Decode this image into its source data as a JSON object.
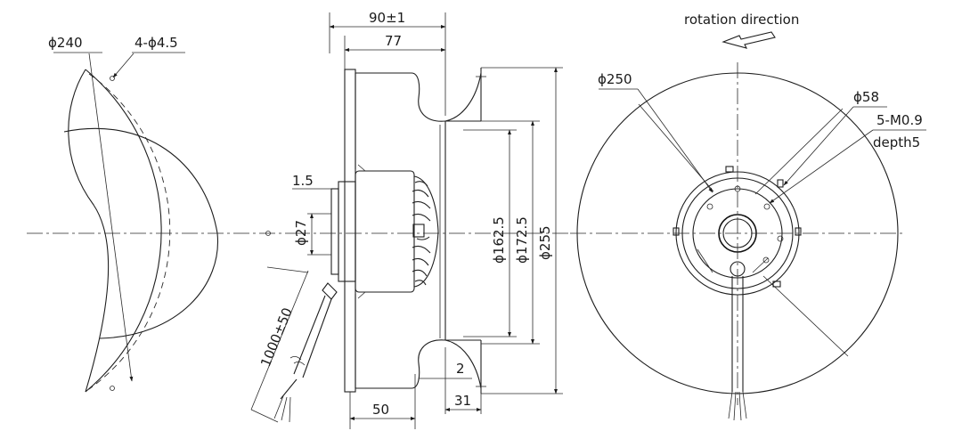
{
  "labels": {
    "phi240": "ϕ240",
    "holes": "4-ϕ4.5",
    "width_total": "90±1",
    "width_77": "77",
    "dim_1_5": "1.5",
    "phi27": "ϕ27",
    "cable_length": "1000±50",
    "dim_50": "50",
    "dim_2": "2",
    "dim_31": "31",
    "phi162_5": "ϕ162.5",
    "phi172_5": "ϕ172.5",
    "phi255": "ϕ255",
    "rotation": "rotation direction",
    "phi250": "ϕ250",
    "phi58": "ϕ58",
    "thread": "5-M0.9",
    "depth": "depth5"
  }
}
